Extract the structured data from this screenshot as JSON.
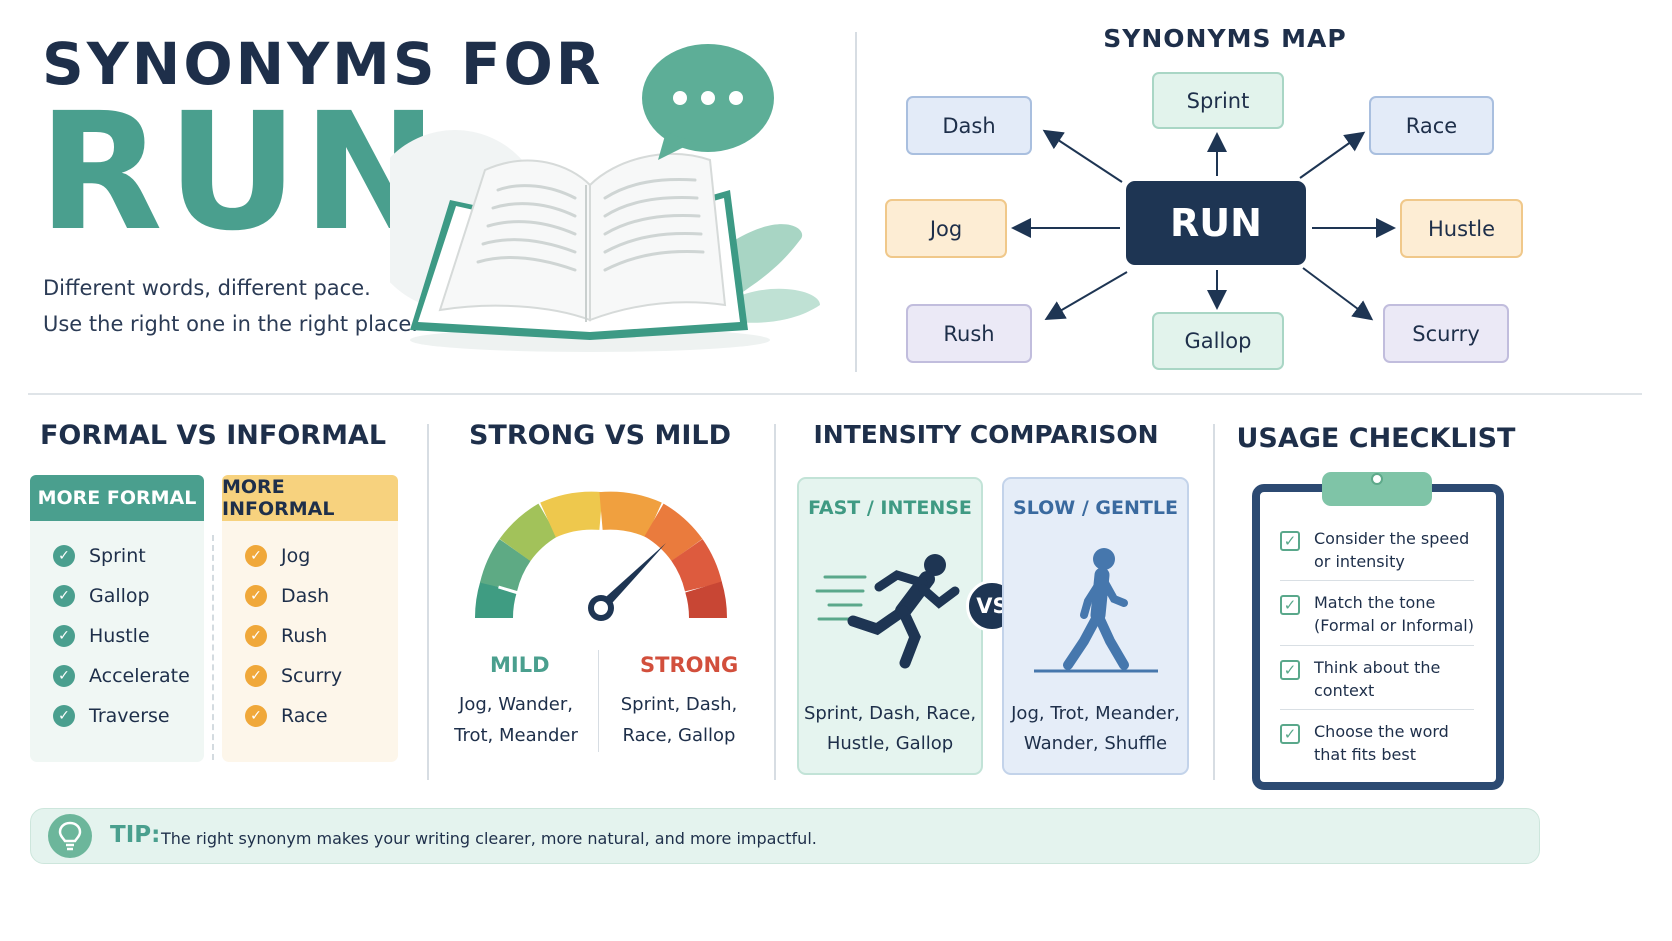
{
  "header": {
    "title_line1": "SYNONYMS FOR",
    "title_line2": "RUN",
    "subtitle_line1": "Different words, different pace.",
    "subtitle_line2": "Use the right one in the right place."
  },
  "map": {
    "title": "SYNONYMS MAP",
    "center": "RUN",
    "nodes": {
      "sprint": "Sprint",
      "dash": "Dash",
      "race": "Race",
      "jog": "Jog",
      "hustle": "Hustle",
      "rush": "Rush",
      "gallop": "Gallop",
      "scurry": "Scurry"
    }
  },
  "formal": {
    "title": "FORMAL VS INFORMAL",
    "formal_head": "MORE FORMAL",
    "informal_head": "MORE INFORMAL",
    "formal_items": [
      "Sprint",
      "Gallop",
      "Hustle",
      "Accelerate",
      "Traverse"
    ],
    "informal_items": [
      "Jog",
      "Dash",
      "Rush",
      "Scurry",
      "Race"
    ]
  },
  "gauge": {
    "title": "STRONG VS MILD",
    "mild_label": "MILD",
    "mild_line1": "Jog, Wander,",
    "mild_line2": "Trot, Meander",
    "strong_label": "STRONG",
    "strong_line1": "Sprint, Dash,",
    "strong_line2": "Race, Gallop",
    "level": 0.75
  },
  "intensity": {
    "title": "INTENSITY COMPARISON",
    "fast_head": "FAST / INTENSE",
    "fast_line1": "Sprint, Dash, Race,",
    "fast_line2": "Hustle, Gallop",
    "vs": "VS",
    "slow_head": "SLOW / GENTLE",
    "slow_line1": "Jog, Trot, Meander,",
    "slow_line2": "Wander, Shuffle"
  },
  "checklist": {
    "title": "USAGE CHECKLIST",
    "items": [
      {
        "line1": "Consider the speed",
        "line2": "or intensity"
      },
      {
        "line1": "Match the tone",
        "line2": "(Formal or Informal)"
      },
      {
        "line1": "Think about the",
        "line2": "context"
      },
      {
        "line1": "Choose the word",
        "line2": "that fits best"
      }
    ]
  },
  "tip": {
    "label": "TIP:",
    "text": "The right synonym makes your writing clearer, more natural, and more impactful."
  },
  "colors": {
    "teal": "#4a9f8e",
    "navy": "#1e3553",
    "orange": "#f0a83a",
    "red": "#d24f3c"
  }
}
